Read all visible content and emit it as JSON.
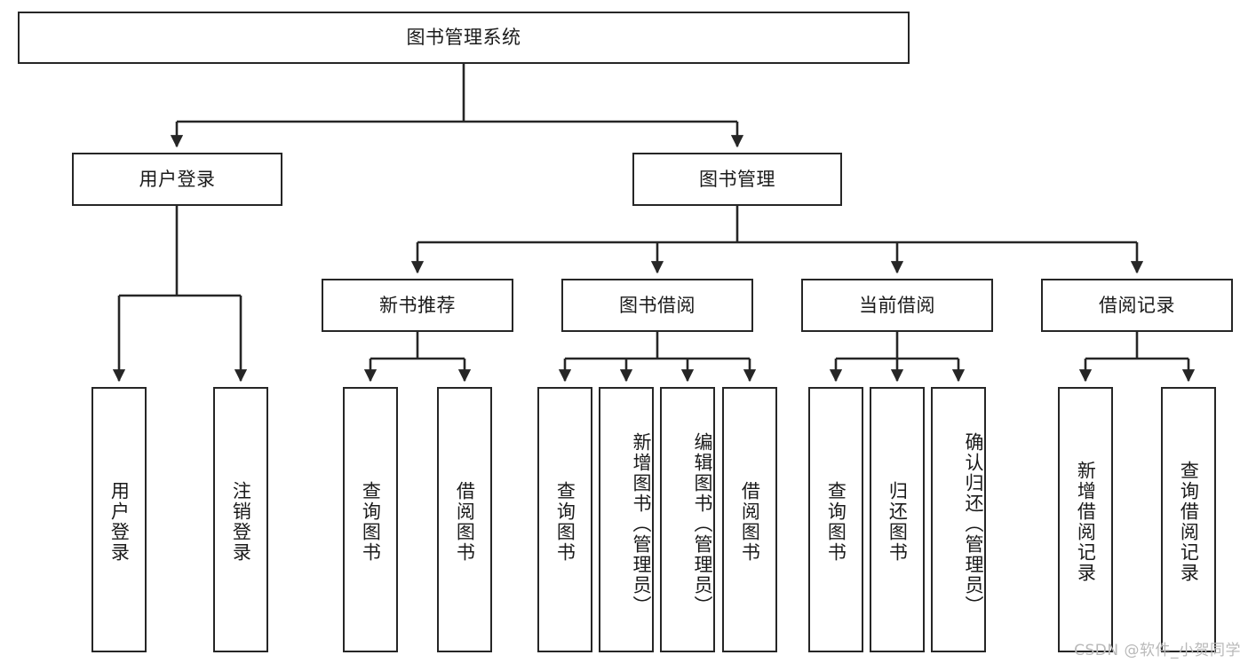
{
  "diagram": {
    "type": "tree-hierarchy",
    "title": "图书管理系统",
    "watermark": "CSDN @软件_小贺同学",
    "colors": {
      "node_border": "#262626",
      "node_fill": "#ffffff",
      "connector": "#262626",
      "text": "#1a1a1a",
      "watermark": "#b9b9b9",
      "background": "#ffffff"
    },
    "nodes": {
      "root": {
        "label": "图书管理系统",
        "orientation": "horizontal",
        "level": 0
      },
      "user_login": {
        "label": "用户登录",
        "orientation": "horizontal",
        "level": 1
      },
      "book_manage": {
        "label": "图书管理",
        "orientation": "horizontal",
        "level": 1
      },
      "new_book_rec": {
        "label": "新书推荐",
        "orientation": "horizontal",
        "level": 2
      },
      "book_borrow": {
        "label": "图书借阅",
        "orientation": "horizontal",
        "level": 2
      },
      "current_borrow": {
        "label": "当前借阅",
        "orientation": "horizontal",
        "level": 2
      },
      "borrow_record": {
        "label": "借阅记录",
        "orientation": "horizontal",
        "level": 2
      },
      "leaf_user_login": {
        "label": "用户登录",
        "orientation": "vertical",
        "level": 2
      },
      "leaf_logout": {
        "label": "注销登录",
        "orientation": "vertical",
        "level": 2
      },
      "leaf_query_book_1": {
        "label": "查询图书",
        "orientation": "vertical",
        "level": 3
      },
      "leaf_borrow_book_1": {
        "label": "借阅图书",
        "orientation": "vertical",
        "level": 3
      },
      "leaf_query_book_2": {
        "label": "查询图书",
        "orientation": "vertical",
        "level": 3
      },
      "leaf_add_book": {
        "label": "新增图书（管理员）",
        "orientation": "vertical",
        "level": 3
      },
      "leaf_edit_book": {
        "label": "编辑图书（管理员）",
        "orientation": "vertical",
        "level": 3
      },
      "leaf_borrow_book_2": {
        "label": "借阅图书",
        "orientation": "vertical",
        "level": 3
      },
      "leaf_query_book_3": {
        "label": "查询图书",
        "orientation": "vertical",
        "level": 3
      },
      "leaf_return_book": {
        "label": "归还图书",
        "orientation": "vertical",
        "level": 3
      },
      "leaf_confirm_return": {
        "label": "确认归还（管理员）",
        "orientation": "vertical",
        "level": 3
      },
      "leaf_add_record": {
        "label": "新增借阅记录",
        "orientation": "vertical",
        "level": 3
      },
      "leaf_query_record": {
        "label": "查询借阅记录",
        "orientation": "vertical",
        "level": 3
      }
    },
    "edges": [
      {
        "from": "root",
        "to": "user_login"
      },
      {
        "from": "root",
        "to": "book_manage"
      },
      {
        "from": "user_login",
        "to": "leaf_user_login"
      },
      {
        "from": "user_login",
        "to": "leaf_logout"
      },
      {
        "from": "book_manage",
        "to": "new_book_rec"
      },
      {
        "from": "book_manage",
        "to": "book_borrow"
      },
      {
        "from": "book_manage",
        "to": "current_borrow"
      },
      {
        "from": "book_manage",
        "to": "borrow_record"
      },
      {
        "from": "new_book_rec",
        "to": "leaf_query_book_1"
      },
      {
        "from": "new_book_rec",
        "to": "leaf_borrow_book_1"
      },
      {
        "from": "book_borrow",
        "to": "leaf_query_book_2"
      },
      {
        "from": "book_borrow",
        "to": "leaf_add_book"
      },
      {
        "from": "book_borrow",
        "to": "leaf_edit_book"
      },
      {
        "from": "book_borrow",
        "to": "leaf_borrow_book_2"
      },
      {
        "from": "current_borrow",
        "to": "leaf_query_book_3"
      },
      {
        "from": "current_borrow",
        "to": "leaf_return_book"
      },
      {
        "from": "current_borrow",
        "to": "leaf_confirm_return"
      },
      {
        "from": "borrow_record",
        "to": "leaf_add_record"
      },
      {
        "from": "borrow_record",
        "to": "leaf_query_record"
      }
    ]
  }
}
